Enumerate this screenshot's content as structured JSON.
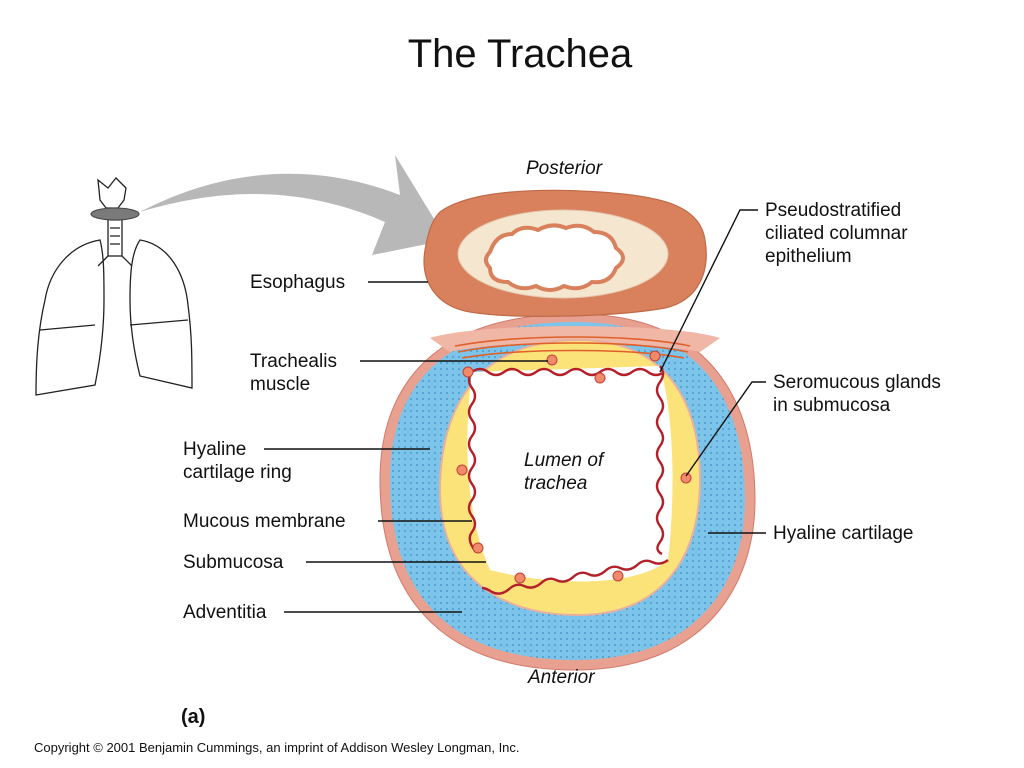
{
  "title": "The Trachea",
  "orientation": {
    "top": "Posterior",
    "bottom": "Anterior"
  },
  "lumen_label": [
    "Lumen of",
    "trachea"
  ],
  "labels_left": {
    "esophagus": "Esophagus",
    "trachealis": [
      "Trachealis",
      "muscle"
    ],
    "hyaline_ring": [
      "Hyaline",
      "cartilage ring"
    ],
    "mucous_membrane": "Mucous membrane",
    "submucosa": "Submucosa",
    "adventitia": "Adventitia"
  },
  "labels_right": {
    "pseudostratified": [
      "Pseudostratified",
      "ciliated columnar",
      "epithelium"
    ],
    "seromucous": [
      "Seromucous glands",
      "in submucosa"
    ],
    "hyaline_cartilage": "Hyaline cartilage"
  },
  "part_label": "(a)",
  "copyright": "Copyright © 2001 Benjamin Cummings, an imprint of Addison Wesley Longman, Inc.",
  "colors": {
    "adventitia": "#e8a090",
    "cartilage": "#7cc4ea",
    "submucosa": "#fbe37a",
    "mucosa_line": "#b3202a",
    "esophagus_outer": "#d9805c",
    "esophagus_inner": "#f5e6cf",
    "arrow": "#b8b8b8"
  }
}
